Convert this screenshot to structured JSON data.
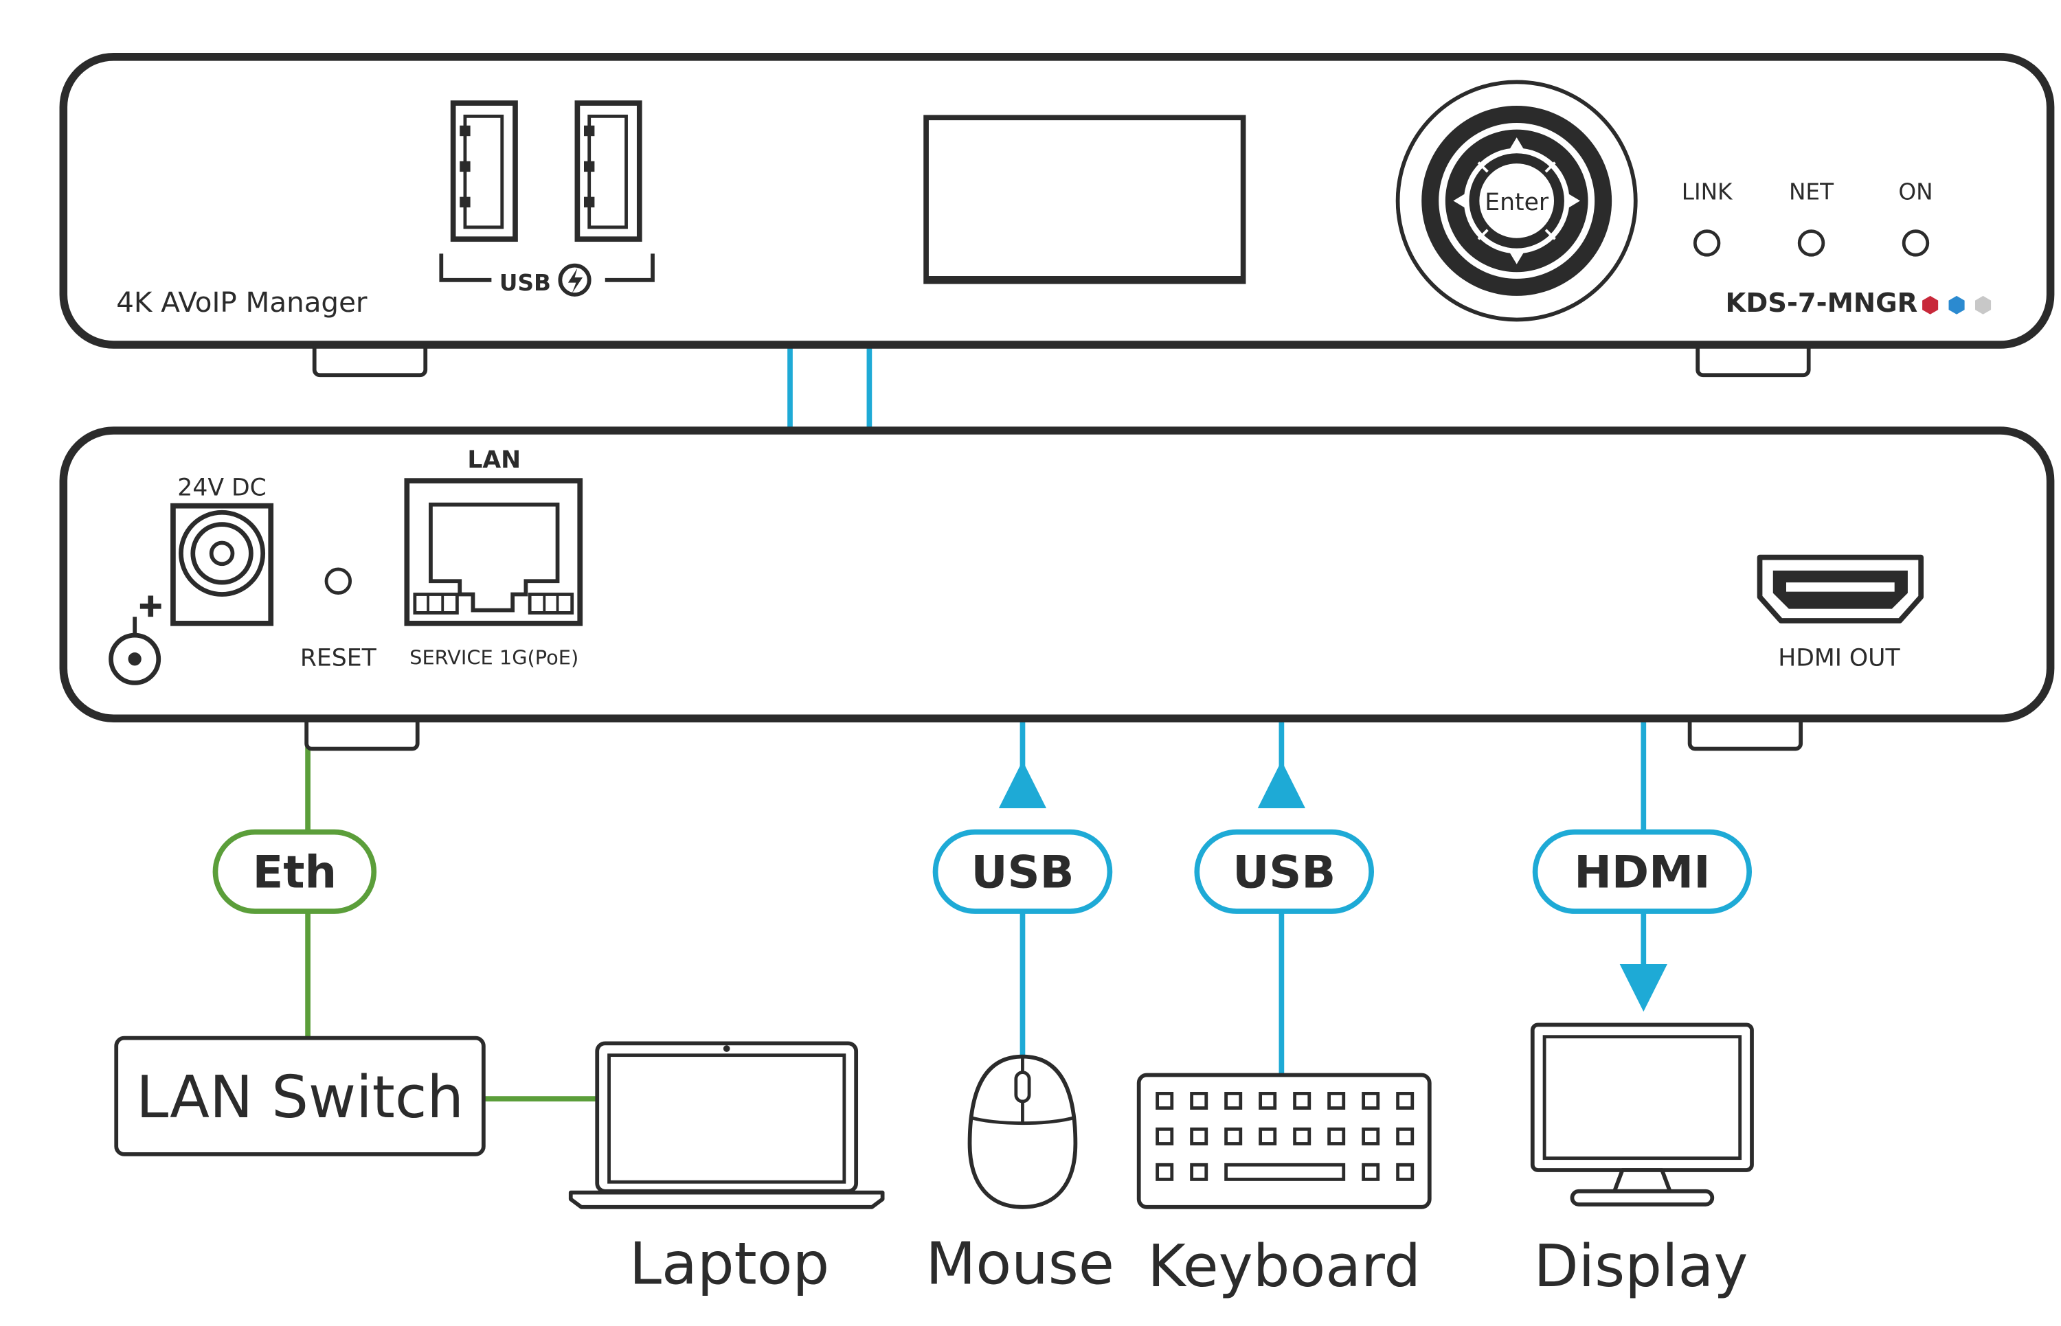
{
  "colors": {
    "usb": "#1eaad6",
    "hdmi": "#1eaad6",
    "ethernet": "#5b9e3a",
    "outline": "#2b2b2b",
    "led_red": "#c8283a",
    "led_blue": "#2b8ad0",
    "led_gray": "#c8c8c8"
  },
  "front_panel": {
    "model_label": "4K AVoIP Manager",
    "usb_group_label": "USB",
    "enter_label": "Enter",
    "leds": [
      "LINK",
      "NET",
      "ON"
    ],
    "model_number": "KDS-7-MNGR",
    "icons": [
      "usb-port-icon",
      "usb-charge-icon",
      "lcd-display-icon",
      "navigation-dial-icon"
    ]
  },
  "rear_panel": {
    "power_label": "24V DC",
    "reset_label": "RESET",
    "lan_label": "LAN",
    "lan_port_label": "SERVICE 1G(PoE)",
    "hdmi_out_label": "HDMI OUT",
    "icons": [
      "dc-power-jack-icon",
      "polarity-icon",
      "rj45-port-icon",
      "hdmi-port-icon"
    ]
  },
  "connections": {
    "eth_label": "Eth",
    "usb_mouse_label": "USB",
    "usb_keyboard_label": "USB",
    "hdmi_label": "HDMI"
  },
  "devices": {
    "lan_switch": "LAN Switch",
    "laptop": "Laptop",
    "mouse": "Mouse",
    "keyboard": "Keyboard",
    "display": "Display",
    "icons": [
      "laptop-icon",
      "mouse-icon",
      "keyboard-icon",
      "display-icon"
    ]
  }
}
